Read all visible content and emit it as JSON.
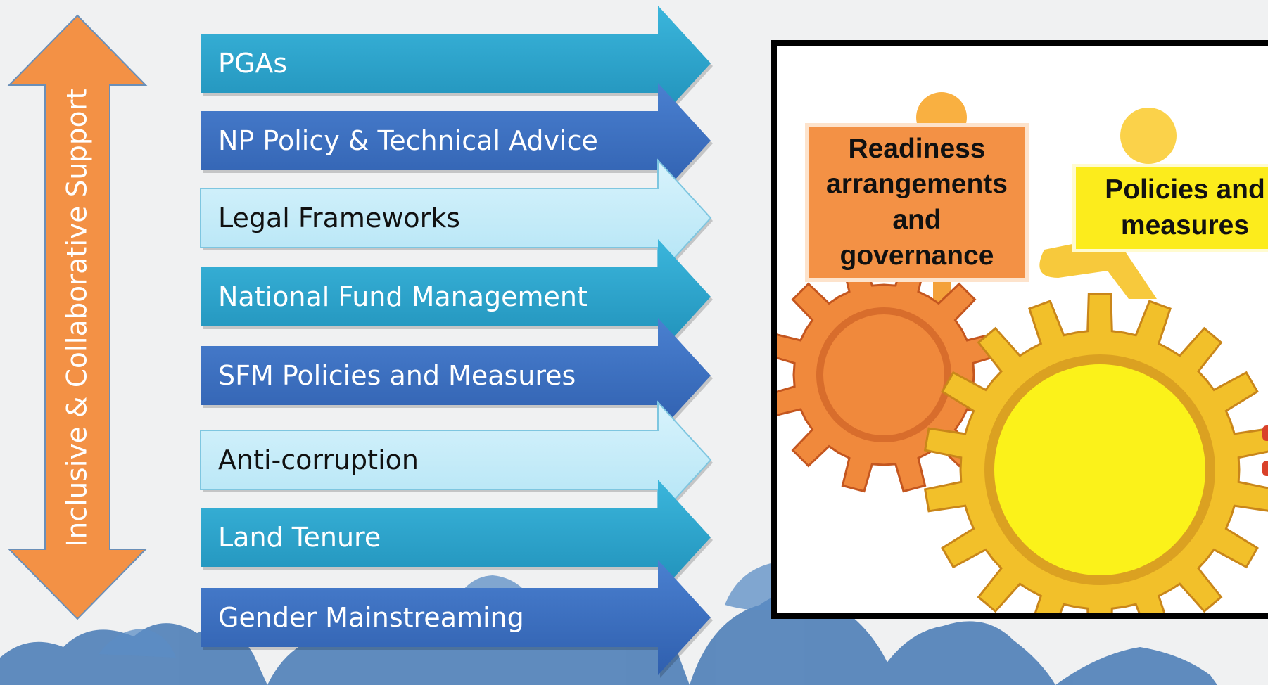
{
  "support": {
    "label": "Inclusive & Collaborative Support",
    "color": "#f39145"
  },
  "arrows": [
    {
      "label": "PGAs",
      "style": "teal"
    },
    {
      "label": "NP Policy & Technical  Advice",
      "style": "blue"
    },
    {
      "label": "Legal Frameworks",
      "style": "light"
    },
    {
      "label": "National Fund Management",
      "style": "teal"
    },
    {
      "label": "SFM Policies and Measures",
      "style": "blue"
    },
    {
      "label": "Anti-corruption",
      "style": "light"
    },
    {
      "label": "Land Tenure",
      "style": "teal"
    },
    {
      "label": "Gender Mainstreaming",
      "style": "blue"
    }
  ],
  "colors": {
    "teal": "#2aa6cc",
    "blue": "#3c6fc2",
    "light": "#c3ecf9",
    "gear_orange": "#f0893c",
    "gear_yellow": "#f2c02a",
    "hub_yellow": "#fbf21a"
  },
  "panel": {
    "signs": {
      "readiness": "Readiness arrangements and governance",
      "policies": "Policies and measures"
    }
  }
}
